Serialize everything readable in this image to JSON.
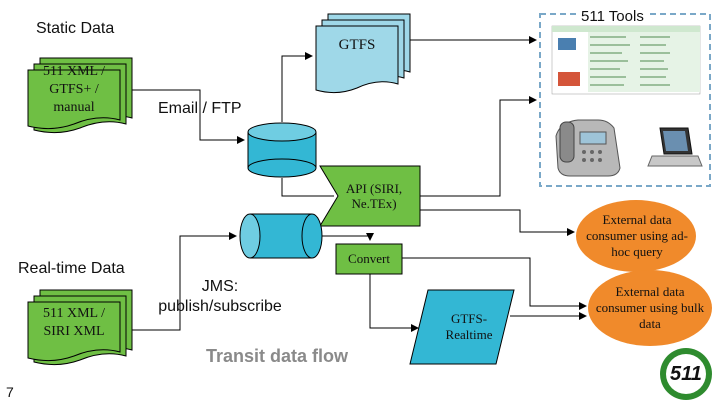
{
  "labels": {
    "static_data": "Static Data",
    "static_stack": "511 XML / GTFS+ / manual",
    "gtfs": "GTFS",
    "email_ftp": "Email / FTP",
    "api": "API (SIRI, Ne.TEx)",
    "convert": "Convert",
    "realtime_data": "Real-time Data",
    "realtime_stack": "511 XML / SIRI XML",
    "jms": "JMS: publish/subscribe",
    "gtfs_realtime": "GTFS-Realtime",
    "transit_flow": "Transit data flow",
    "tools_title": "511 Tools",
    "ext_adhoc": "External data consumer using ad-hoc query",
    "ext_bulk": "External data consumer using bulk data",
    "slide_number": "7",
    "logo": "511"
  },
  "colors": {
    "doc_fill": "#6fbf44",
    "doc_fill_alt": "#70c04a",
    "gtfs_fill": "#9fd8e8",
    "db_fill": "#33b7d4",
    "convert_fill": "#6fbf44",
    "ext_fill": "#f08a2b",
    "tools_border": "#7aa8c8",
    "arrow": "#000000",
    "green_logo": "#2e8b2e"
  },
  "icons": {
    "tools_screenshot": "schedule-table-icon",
    "phone": "desk-phone-icon",
    "laptop": "laptop-icon",
    "logo": "511-logo-icon"
  }
}
